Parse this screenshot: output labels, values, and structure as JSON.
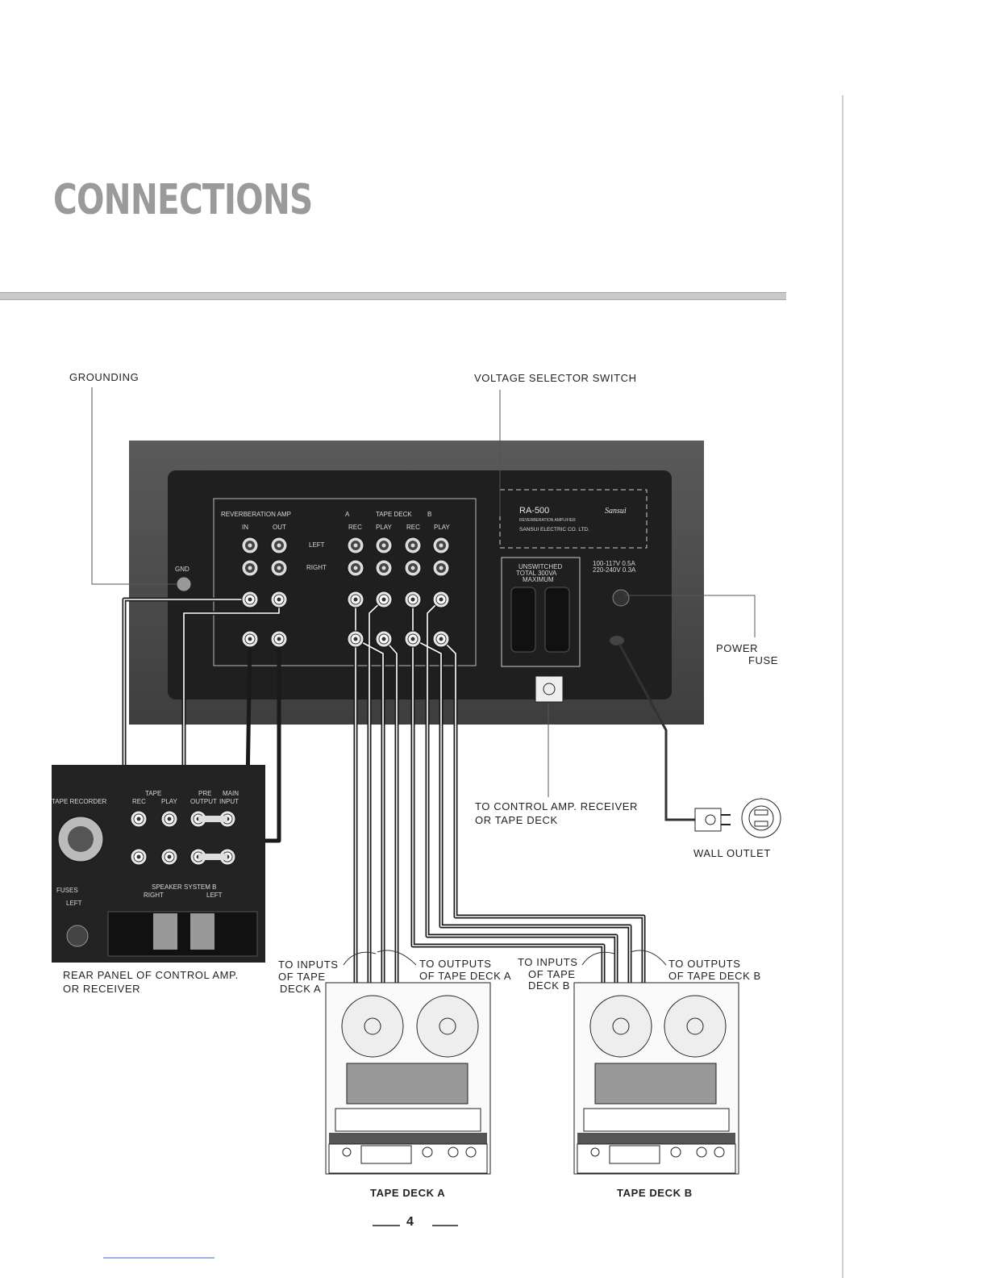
{
  "page": {
    "title": "CONNECTIONS",
    "page_number": "4"
  },
  "labels": {
    "grounding": "GROUNDING",
    "voltage_selector": "VOLTAGE SELECTOR SWITCH",
    "power_fuse_1": "POWER",
    "power_fuse_2": "FUSE",
    "to_control_amp_1": "TO CONTROL AMP. RECEIVER",
    "to_control_amp_2": "OR TAPE DECK",
    "wall_outlet": "WALL OUTLET",
    "rear_panel_1": "REAR PANEL OF CONTROL AMP.",
    "rear_panel_2": "OR RECEIVER",
    "to_inputs_a_1": "TO INPUTS",
    "to_inputs_a_2": "OF TAPE",
    "to_inputs_a_3": "DECK A",
    "to_outputs_a_1": "TO OUTPUTS",
    "to_outputs_a_2": "OF TAPE DECK A",
    "to_inputs_b_1": "TO INPUTS",
    "to_inputs_b_2": "OF TAPE",
    "to_inputs_b_3": "DECK B",
    "to_outputs_b_1": "TO OUTPUTS",
    "to_outputs_b_2": "OF TAPE DECK B",
    "tape_deck_a": "TAPE DECK A",
    "tape_deck_b": "TAPE DECK B"
  },
  "amp_panel": {
    "reverb_amp": "REVERBERATION AMP",
    "in": "IN",
    "out": "OUT",
    "tape_deck": "TAPE DECK",
    "deck_a": "A",
    "deck_b": "B",
    "rec_a": "REC",
    "play_a": "PLAY",
    "rec_b": "REC",
    "play_b": "PLAY",
    "left": "LEFT",
    "right": "RIGHT",
    "gnd": "GND",
    "model": "RA-500",
    "brand": "Sansui",
    "model_desc": "REVERBERATION AMPLIFIER",
    "maker": "SANSUI ELECTRIC CO. LTD.",
    "unswitched_1": "UNSWITCHED",
    "unswitched_2": "TOTAL 300VA",
    "unswitched_3": "MAXIMUM",
    "fuse_1": "100-117V 0.5A",
    "fuse_2": "220-240V 0.3A"
  },
  "receiver_panel": {
    "tape_recorder": "TAPE RECORDER",
    "tape": "TAPE",
    "rec": "REC",
    "play": "PLAY",
    "pre_output_1": "PRE",
    "pre_output_2": "OUTPUT",
    "main_input_1": "MAIN",
    "main_input_2": "INPUT",
    "fuses": "FUSES",
    "fuses_left": "LEFT",
    "speaker_system": "SPEAKER SYSTEM B",
    "spk_right": "RIGHT",
    "spk_left": "LEFT"
  }
}
